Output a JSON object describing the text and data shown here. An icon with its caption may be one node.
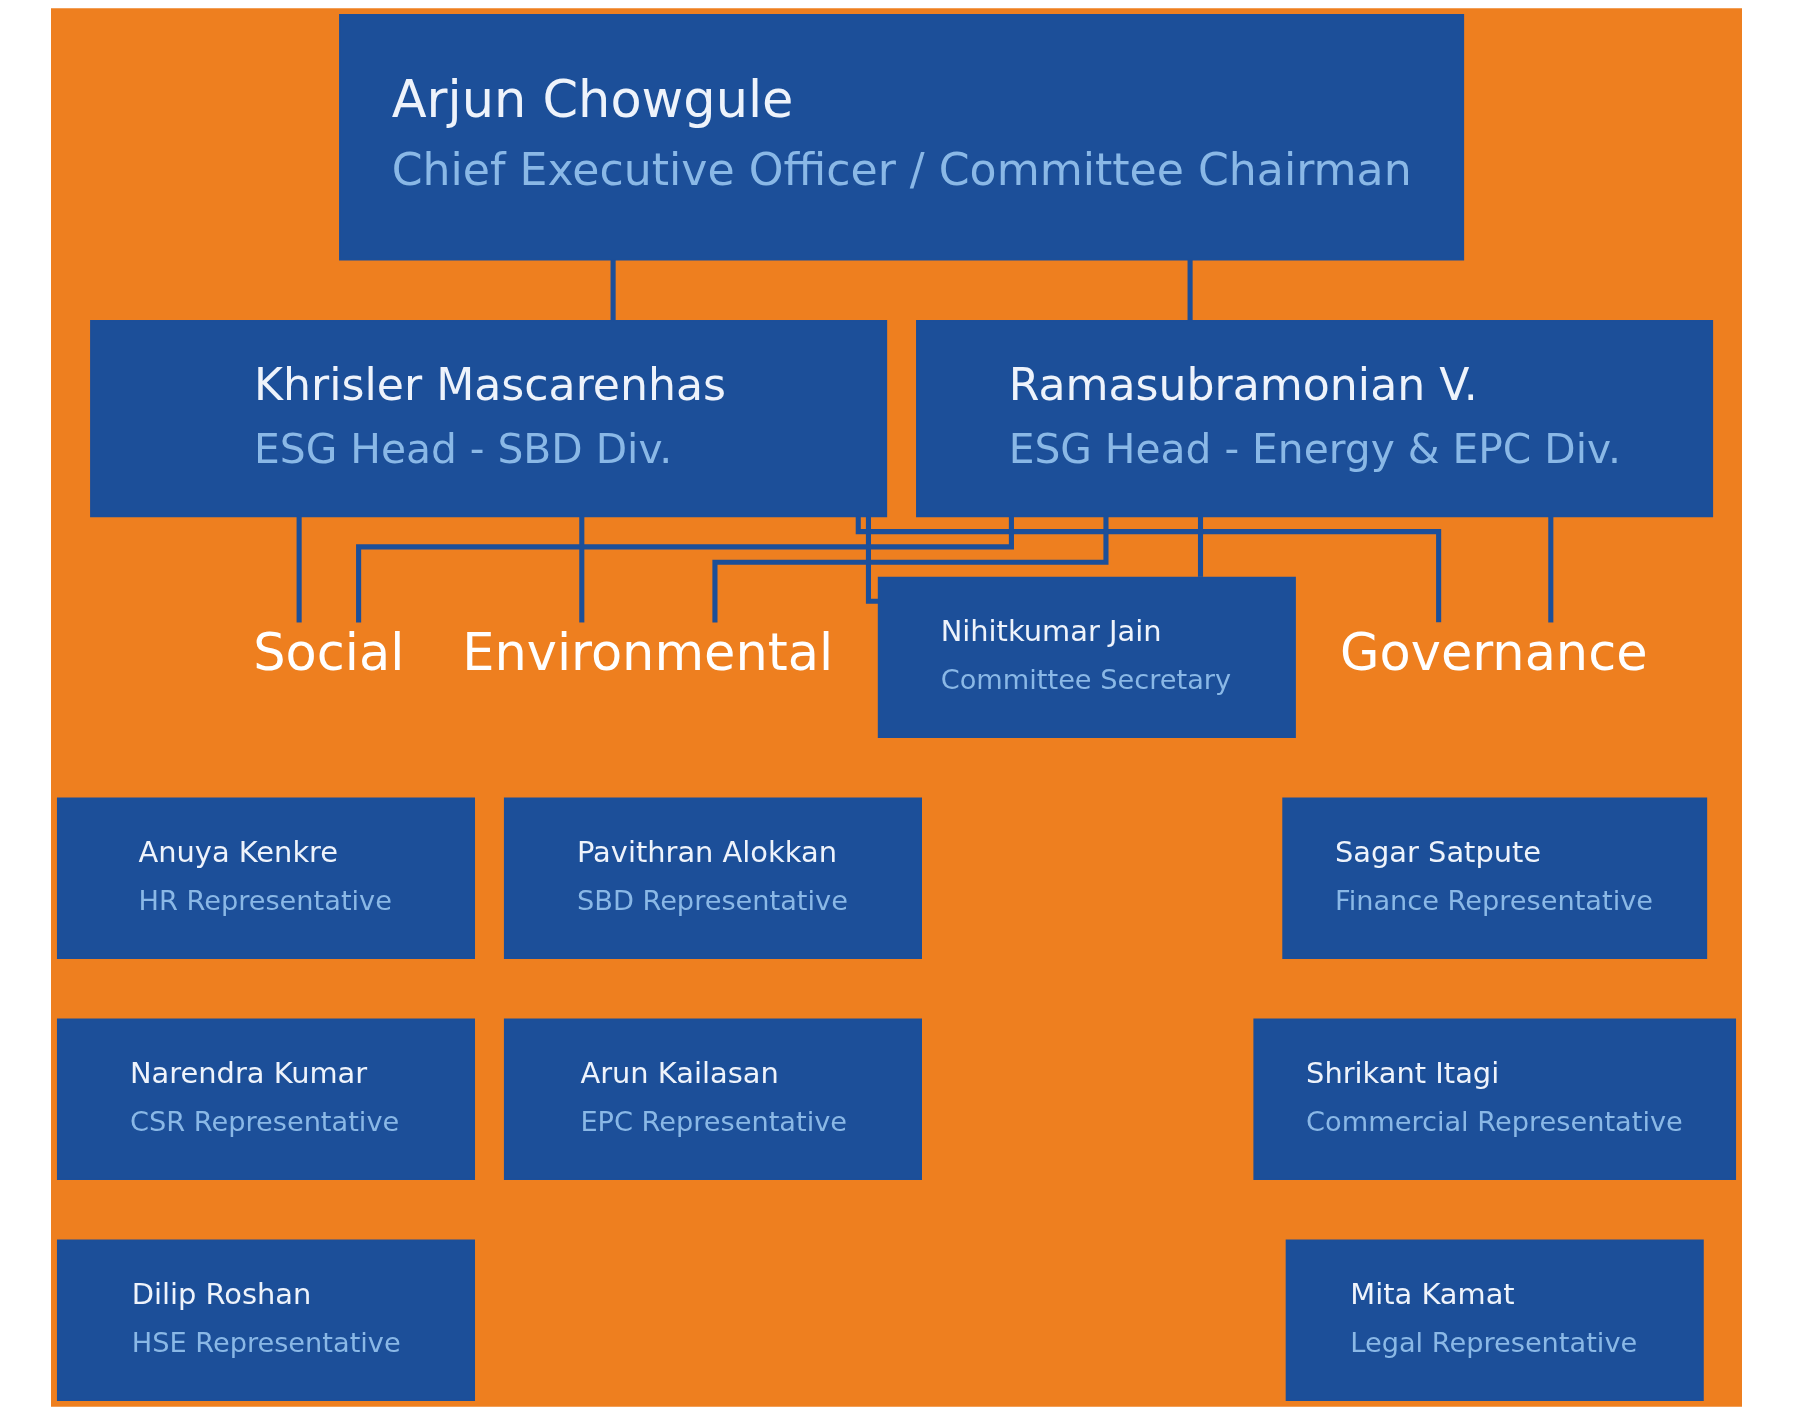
{
  "diagram": {
    "nodes": [
      {
        "text": [
          "Arjun Chowgule",
          "Chief Executive Officer / Committee Chairman"
        ]
      },
      {
        "text": [
          "Khrisler Mascarenhas",
          "ESG Head - SBD Div."
        ]
      },
      {
        "text": [
          "Ramasubramonian V.",
          "ESG Head - Energy & EPC Div."
        ]
      },
      {
        "text": [
          "Nihitkumar Jain",
          "Committee Secretary"
        ]
      },
      {
        "text": [
          "Social"
        ]
      },
      {
        "text": [
          "Anuya Kenkre",
          "HR Representative"
        ]
      },
      {
        "text": [
          "Narendra Kumar",
          "CSR Representative"
        ]
      },
      {
        "text": [
          "Dilip Roshan",
          "HSE Representative"
        ]
      },
      {
        "text": [
          "Environmental"
        ]
      },
      {
        "text": [
          "Pavithran Alokkan",
          "SBD Representative"
        ]
      },
      {
        "text": [
          "Arun Kailasan",
          "EPC Representative"
        ]
      },
      {
        "text": [
          "Governance"
        ]
      },
      {
        "text": [
          "Sagar Satpute",
          "Finance Representative"
        ]
      },
      {
        "text": [
          "Shrikant Itagi",
          "Commercial Representative"
        ]
      },
      {
        "text": [
          "Mita Kamat",
          "Legal Representative"
        ]
      }
    ],
    "edges": [
      {
        "from": 0,
        "to": 1,
        "arrow": "none"
      },
      {
        "from": 0,
        "to": 2,
        "arrow": "none"
      },
      {
        "from": 1,
        "to": 3,
        "arrow": "none"
      },
      {
        "from": 1,
        "to": 4,
        "arrow": "none"
      },
      {
        "from": 1,
        "to": 8,
        "arrow": "none"
      },
      {
        "from": 1,
        "to": 11,
        "arrow": "none"
      },
      {
        "from": 2,
        "to": 3,
        "arrow": "none"
      },
      {
        "from": 2,
        "to": 4,
        "arrow": "none"
      },
      {
        "from": 2,
        "to": 8,
        "arrow": "none"
      },
      {
        "from": 2,
        "to": 11,
        "arrow": "none"
      }
    ]
  }
}
